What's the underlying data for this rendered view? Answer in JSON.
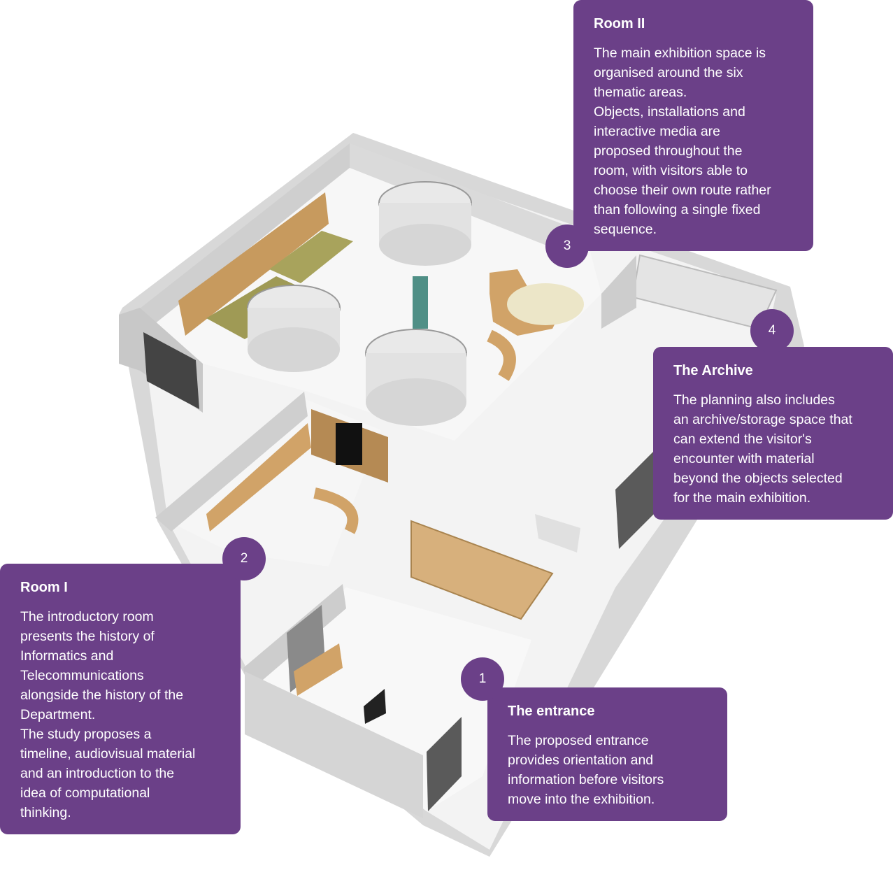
{
  "callouts": [
    {
      "number": "1",
      "title": "The entrance",
      "text": "The proposed entrance\nprovides orientation and\ninformation before visitors\nmove into the exhibition."
    },
    {
      "number": "2",
      "title": "Room I",
      "text": "The introductory room\npresents the history of\nInformatics and\nTelecommunications\nalongside the history of the\nDepartment.\nThe study proposes a\ntimeline, audiovisual material\nand an introduction to the\nidea of computational\nthinking."
    },
    {
      "number": "3",
      "title": "Room II",
      "text": "The main exhibition space is\norganised around the six\nthematic areas.\nObjects, installations and\ninteractive media are\nproposed throughout the\nroom, with visitors able to\nchoose their own route rather\nthan following a single fixed\nsequence."
    },
    {
      "number": "4",
      "title": "The Archive",
      "text": "The planning also includes\nan archive/storage space that\ncan extend the visitor's\nencounter with material\nbeyond the objects selected\nfor the main exhibition."
    }
  ],
  "colors": {
    "callout_bg": "#6b4088",
    "callout_text": "#ffffff",
    "wall": "#dcdcdc",
    "floor": "#f2f2f2",
    "wood": "#d1a368",
    "olive": "#9f9a55",
    "teal": "#4f8f86"
  }
}
